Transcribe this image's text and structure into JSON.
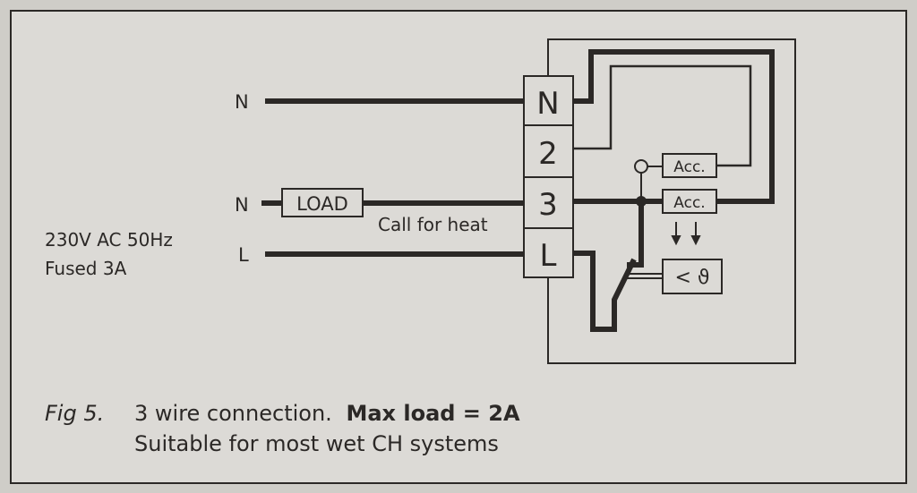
{
  "supply": {
    "line1": "230V AC 50Hz",
    "line2": "Fused 3A"
  },
  "left_labels": {
    "n_top": "N",
    "n_load": "N",
    "l": "L"
  },
  "load_label": "LOAD",
  "call_for_heat": "Call for heat",
  "terminals": [
    "N",
    "2",
    "3",
    "L"
  ],
  "accessories": [
    "Acc.",
    "Acc."
  ],
  "thermostat_symbol": "< ϑ",
  "caption": {
    "fig": "Fig 5.",
    "text": "3 wire connection.",
    "bold": "Max load = 2A",
    "line2": "Suitable for most wet CH systems"
  },
  "colors": {
    "ink": "#2b2826",
    "paper": "#dcdad6"
  }
}
